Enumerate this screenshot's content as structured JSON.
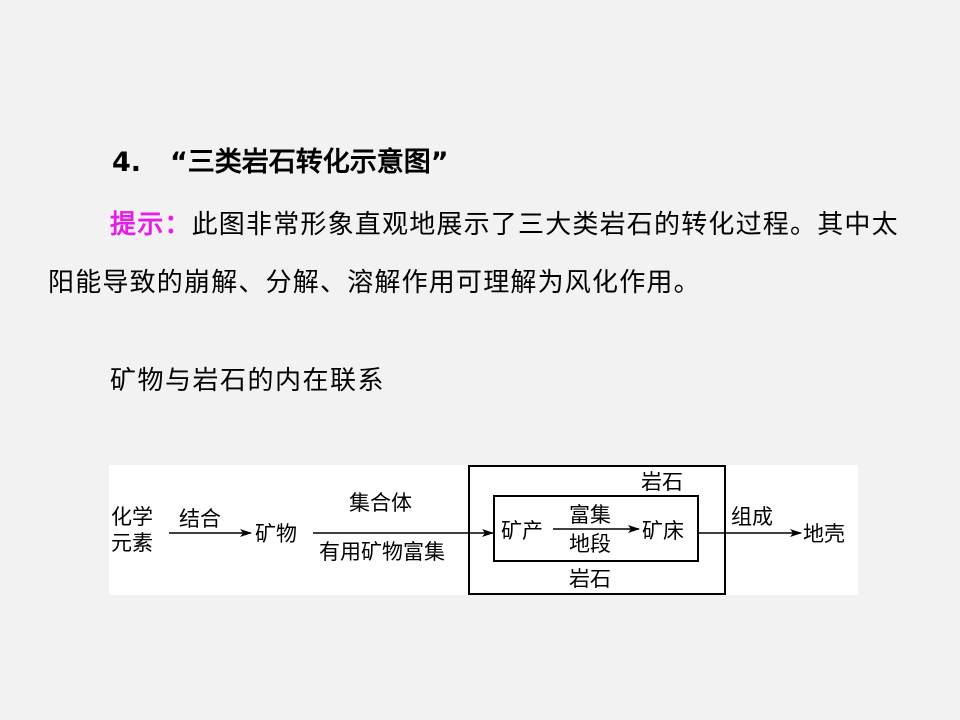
{
  "heading": {
    "number": "4.",
    "title": "“三类岩石转化示意图”"
  },
  "paragraph": {
    "hint_label": "提示：",
    "text": "此图非常形象直观地展示了三大类岩石的转化过程。其中太阳能导致的崩解、分解、溶解作用可理解为风化作用。"
  },
  "subtitle": "矿物与岩石的内在联系",
  "diagram": {
    "element_line1": "化学",
    "element_line2": "元素",
    "arrow1_label": "结合",
    "mineral": "矿物",
    "arrow2_top": "集合体",
    "arrow2_bottom": "有用矿物富集",
    "ore_occurrence": "矿产",
    "arrow3_top": "富集",
    "arrow3_bottom": "地段",
    "ore_deposit": "矿床",
    "rock_top": "岩石",
    "rock_bottom": "岩石",
    "arrow4_label": "组成",
    "crust": "地壳"
  }
}
